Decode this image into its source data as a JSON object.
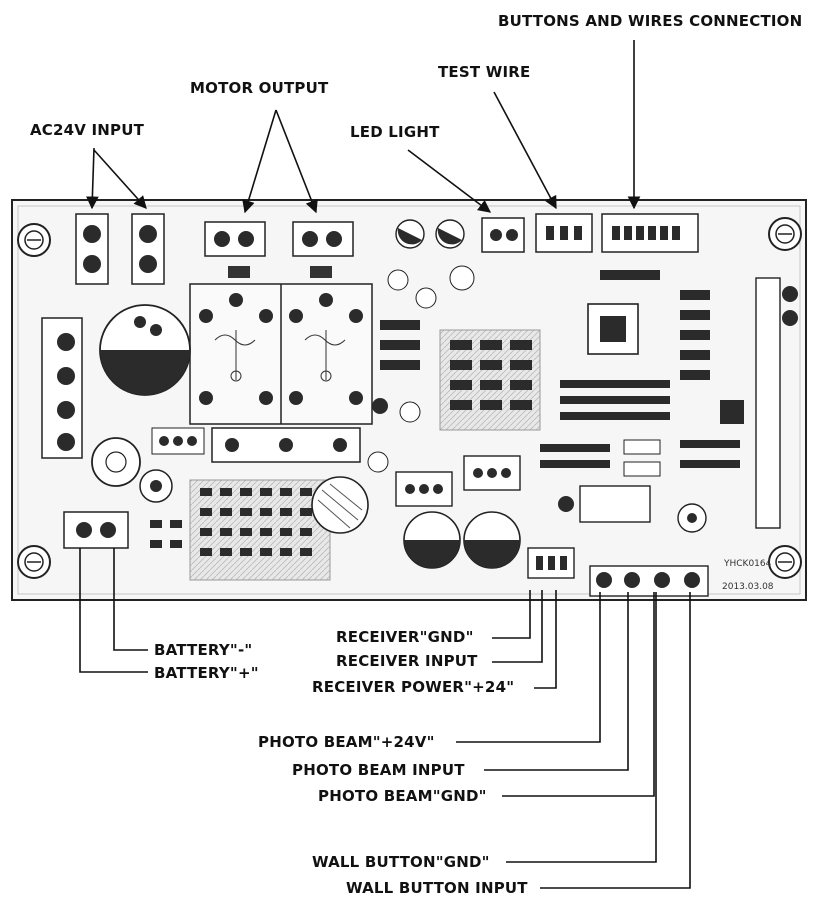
{
  "colors": {
    "ink": "#111111",
    "board": "#f4f4f4",
    "component": "#2b2b2b"
  },
  "labels": {
    "ac24v_input": "AC24V INPUT",
    "motor_output": "MOTOR OUTPUT",
    "led_light": "LED LIGHT",
    "test_wire": "TEST WIRE",
    "buttons_wires": "BUTTONS AND WIRES CONNECTION",
    "battery_minus": "BATTERY\"-\"",
    "battery_plus": "BATTERY\"+\"",
    "receiver_gnd": "RECEIVER\"GND\"",
    "receiver_input": "RECEIVER INPUT",
    "receiver_power": "RECEIVER POWER\"+24\"",
    "photo_beam_power": "PHOTO BEAM\"+24V\"",
    "photo_beam_input": "PHOTO BEAM INPUT",
    "photo_beam_gnd": "PHOTO BEAM\"GND\"",
    "wall_button_gnd": "WALL BUTTON\"GND\"",
    "wall_button_input": "WALL BUTTON INPUT"
  },
  "board": {
    "model": "YHCK0164",
    "date": "2013.03.08"
  }
}
